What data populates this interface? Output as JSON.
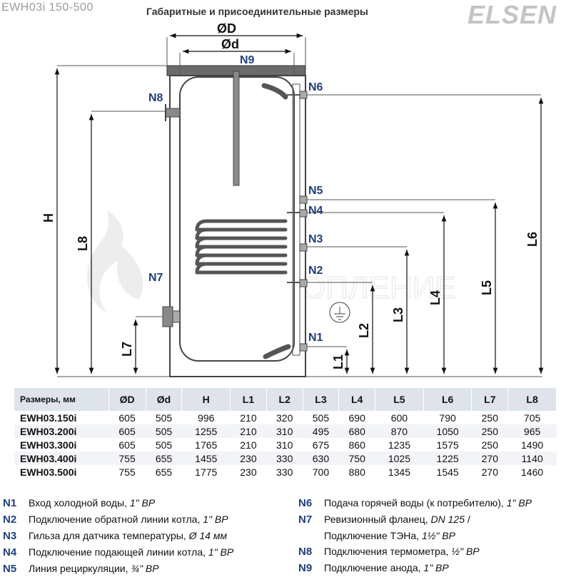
{
  "header": {
    "model_range": "EWH03i 150-500",
    "title": "Габаритные и присоединительные размеры",
    "brand": "ELSEN"
  },
  "diagram": {
    "dim_D": "ØD",
    "dim_d": "Ød",
    "dim_H": "H",
    "dim_L1": "L1",
    "dim_L2": "L2",
    "dim_L3": "L3",
    "dim_L4": "L4",
    "dim_L5": "L5",
    "dim_L6": "L6",
    "dim_L7": "L7",
    "dim_L8": "L8",
    "n1": "N1",
    "n2": "N2",
    "n3": "N3",
    "n4": "N4",
    "n5": "N5",
    "n6": "N6",
    "n7": "N7",
    "n8": "N8",
    "n9": "N9",
    "watermark": "ВИП ОТОПЛЕНИЕ"
  },
  "table": {
    "header": [
      "Размеры, мм",
      "ØD",
      "Ød",
      "H",
      "L1",
      "L2",
      "L3",
      "L4",
      "L5",
      "L6",
      "L7",
      "L8"
    ],
    "rows": [
      [
        "EWH03.150i",
        "605",
        "505",
        "996",
        "210",
        "320",
        "505",
        "690",
        "600",
        "790",
        "250",
        "705"
      ],
      [
        "EWH03.200i",
        "605",
        "505",
        "1255",
        "210",
        "310",
        "495",
        "680",
        "870",
        "1050",
        "250",
        "965"
      ],
      [
        "EWH03.300i",
        "605",
        "505",
        "1765",
        "210",
        "310",
        "675",
        "860",
        "1235",
        "1575",
        "250",
        "1490"
      ],
      [
        "EWH03.400i",
        "755",
        "655",
        "1455",
        "230",
        "330",
        "630",
        "750",
        "1025",
        "1225",
        "270",
        "1140"
      ],
      [
        "EWH03.500i",
        "755",
        "655",
        "1775",
        "230",
        "330",
        "700",
        "880",
        "1345",
        "1545",
        "270",
        "1460"
      ]
    ]
  },
  "legend": {
    "left": [
      {
        "code": "N1",
        "text": "Вход холодной воды, ",
        "spec": "1\" ВР"
      },
      {
        "code": "N2",
        "text": "Подключение обратной линии котла, ",
        "spec": "1\" ВР"
      },
      {
        "code": "N3",
        "text": "Гильза для датчика температуры, ",
        "spec": "Ø 14 мм"
      },
      {
        "code": "N4",
        "text": "Подключение подающей линии котла, ",
        "spec": "1\" ВР"
      },
      {
        "code": "N5",
        "text": "Линия рециркуляции, ",
        "spec": "¾\" ВР"
      }
    ],
    "right": [
      {
        "code": "N6",
        "text": "Подача горячей воды (к потребителю), ",
        "spec": "1\" ВР"
      },
      {
        "code": "N7",
        "text": "Ревизионный фланец, ",
        "spec": "DN 125",
        "tail": " /"
      },
      {
        "code": "",
        "text": "Подключение ТЭНа, ",
        "spec": "1½\" ВР"
      },
      {
        "code": "N8",
        "text": "Подключения термометра, ",
        "spec": "½\" ВР"
      },
      {
        "code": "N9",
        "text": "Подключение анода, ",
        "spec": "1\" ВР"
      }
    ]
  }
}
